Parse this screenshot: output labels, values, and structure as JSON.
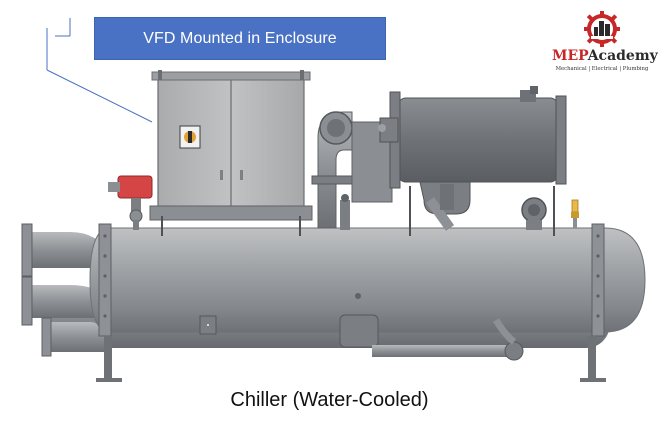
{
  "callout": {
    "label": "VFD Mounted in Enclosure"
  },
  "logo": {
    "brand_part1": "MEP",
    "brand_part2": "Academy",
    "tagline": "Mechanical | Electrical | Plumbing",
    "colors": {
      "red": "#c62828",
      "dark": "#2b2b2b"
    },
    "icon": "gear-building-icon"
  },
  "caption": "Chiller (Water-Cooled)",
  "colors": {
    "callout_fill": "#4a72c4",
    "metal_dark": "#6b6e72",
    "metal_mid": "#9a9da1",
    "metal_light": "#c9cbcd",
    "enclosure": "#b9bbbd",
    "valve_red": "#d64545",
    "fitting_yellow": "#e8b84a"
  }
}
